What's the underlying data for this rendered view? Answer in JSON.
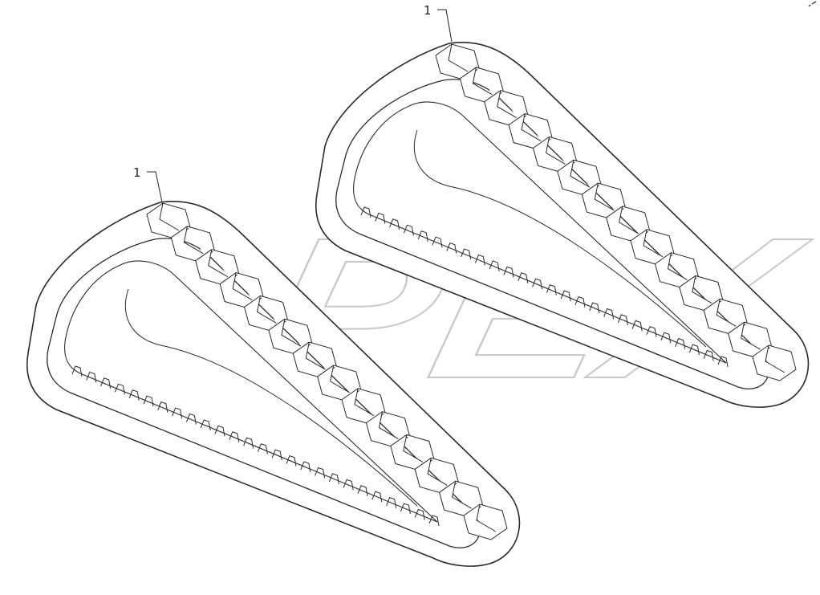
{
  "diagram": {
    "callouts": [
      {
        "label": "1",
        "part": "track-right"
      },
      {
        "label": "1",
        "part": "track-left"
      }
    ],
    "watermark": "OPEX",
    "colors": {
      "line": "#2a2a2a",
      "watermark": "#c8c8c8",
      "background": "#ffffff"
    }
  }
}
